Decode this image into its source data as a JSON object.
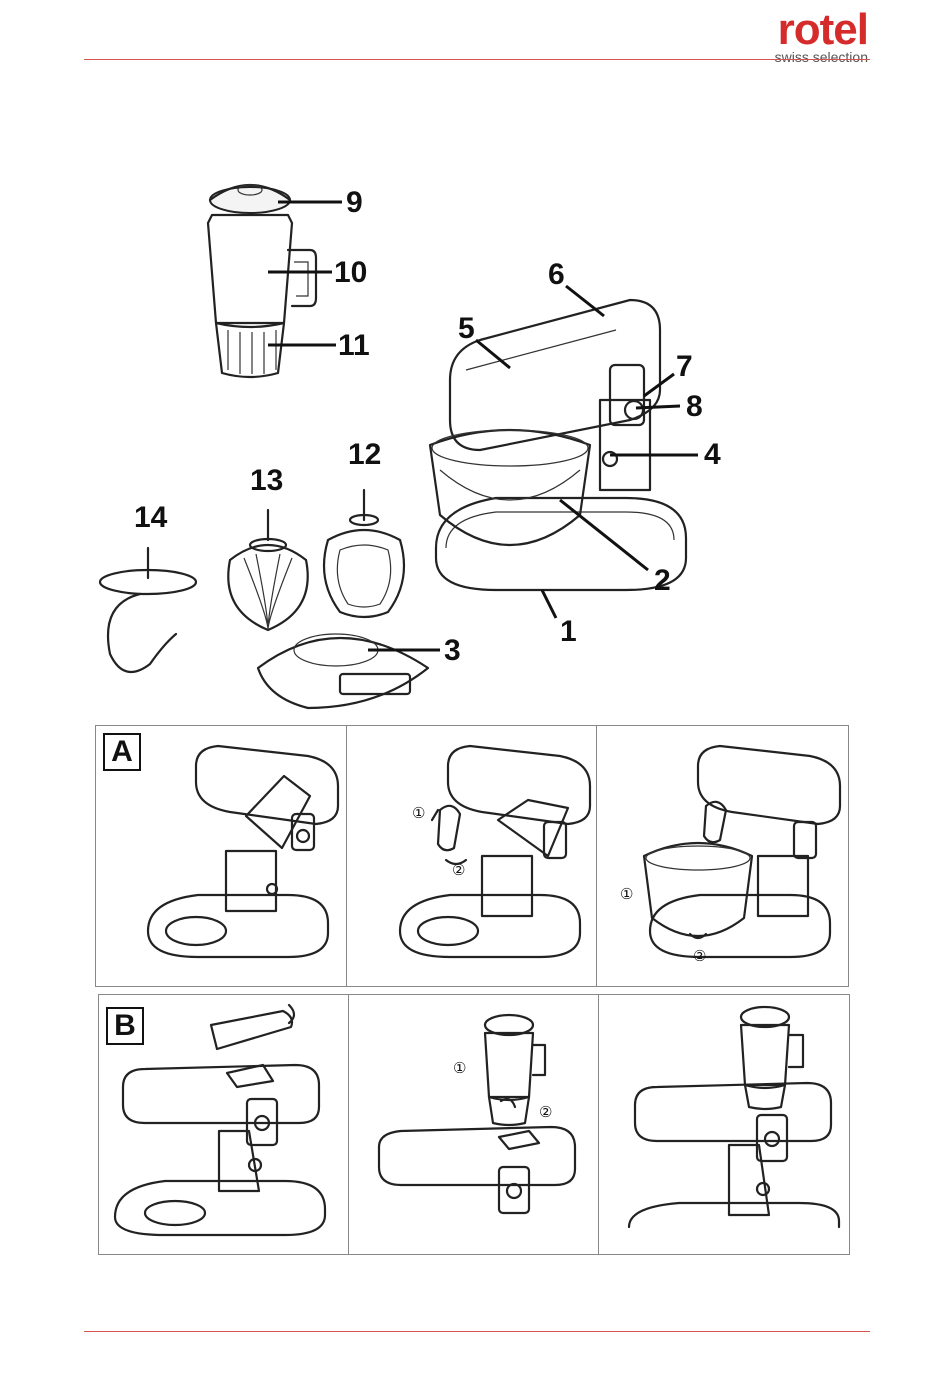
{
  "brand": {
    "name": "rotel",
    "tagline": "swiss selection",
    "accent_color": "#d52b2b"
  },
  "callouts": [
    "1",
    "2",
    "3",
    "4",
    "5",
    "6",
    "7",
    "8",
    "9",
    "10",
    "11",
    "12",
    "13",
    "14"
  ],
  "panels": {
    "a": {
      "label": "A",
      "steps": [
        "①",
        "②",
        "①",
        "②"
      ]
    },
    "b": {
      "label": "B",
      "steps": [
        "①",
        "②"
      ]
    }
  }
}
